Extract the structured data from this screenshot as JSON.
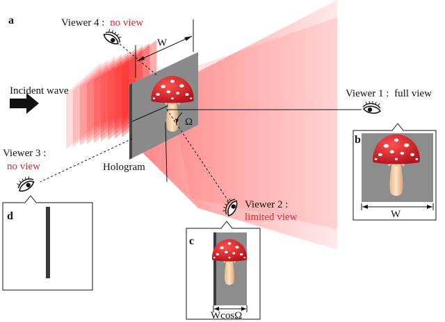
{
  "panels": {
    "a": "a",
    "b": "b",
    "c": "c",
    "d": "d"
  },
  "labels": {
    "incident_wave": "Incident wave",
    "hologram": "Hologram",
    "width_symbol": "W",
    "angle_symbol": "Ω",
    "width_b": "W",
    "width_c": "WcosΩ"
  },
  "viewers": [
    {
      "name": "Viewer 1 :",
      "status": "full view",
      "status_color": "#111111"
    },
    {
      "name": "Viewer 2 :",
      "status": "limited view",
      "status_color": "#d9272e"
    },
    {
      "name": "Viewer 3 :",
      "status": "no view",
      "status_color": "#d9272e"
    },
    {
      "name": "Viewer 4 :",
      "status": "no view",
      "status_color": "#d9272e"
    }
  ],
  "colors": {
    "wave_red": "#ff2a2a",
    "accent_red": "#d9272e",
    "panel_gray": "#8c8c8c",
    "cap_red": "#d8202a",
    "stem": "#f3d2a8"
  }
}
